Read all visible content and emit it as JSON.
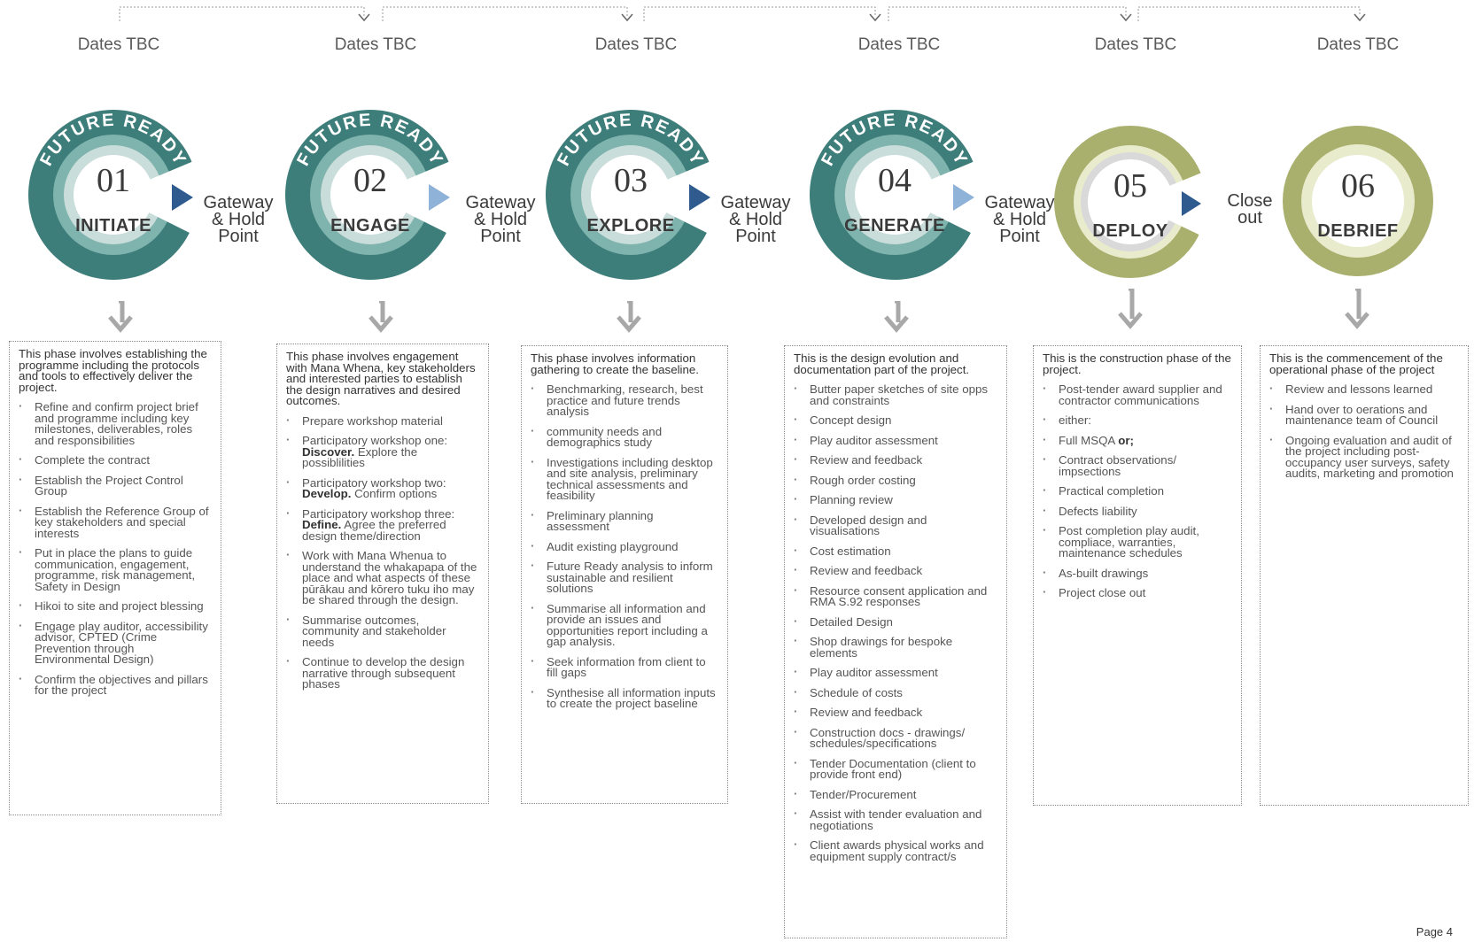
{
  "phases": [
    {
      "date": "Dates TBC",
      "badge": "FUTURE READY",
      "num": "01",
      "name": "INITIATE",
      "gate": [
        "Gateway",
        "& Hold",
        "Point"
      ]
    },
    {
      "date": "Dates TBC",
      "badge": "FUTURE READY",
      "num": "02",
      "name": "ENGAGE",
      "gate": [
        "Gateway",
        "& Hold",
        "Point"
      ]
    },
    {
      "date": "Dates TBC",
      "badge": "FUTURE READY",
      "num": "03",
      "name": "EXPLORE",
      "gate": [
        "Gateway",
        "& Hold",
        "Point"
      ]
    },
    {
      "date": "Dates TBC",
      "badge": "FUTURE READY",
      "num": "04",
      "name": "GENERATE",
      "gate": [
        "Gateway",
        "& Hold",
        "Point"
      ]
    },
    {
      "date": "Dates TBC",
      "num": "05",
      "name": "DEPLOY",
      "gate": [
        "Close",
        "out"
      ]
    },
    {
      "date": "Dates TBC",
      "num": "06",
      "name": "DEBRIEF"
    }
  ],
  "boxes": [
    {
      "intro": "This phase involves establishing the programme including the protocols and tools to effectively deliver the project.",
      "items": [
        "Refine and confirm project brief and programme including key milestones, deliverables, roles and responsibilities",
        "Complete the contract",
        "Establish the Project Control Group",
        "Establish the Reference Group of key stakeholders and special interests",
        "Put in place the plans to guide communication, engagement, programme, risk management, Safety in Design",
        "Hikoi to site and project blessing",
        "Engage play auditor, accessibility advisor, CPTED (Crime Prevention through Environmental Design)",
        "Confirm the objectives and pillars for the project"
      ]
    },
    {
      "intro": "This phase involves engagement with Mana Whena, key stakeholders and interested parties to establish the design narratives and desired outcomes.",
      "items": [
        "Prepare workshop material",
        {
          "pre": "Participatory workshop one: ",
          "bold": "Discover.",
          "post": " Explore the possiblilities"
        },
        {
          "pre": "Participatory workshop two: ",
          "bold": "Develop.",
          "post": " Confirm options"
        },
        {
          "pre": "Participatory workshop three: ",
          "bold": "Define.",
          "post": " Agree the preferred design theme/direction"
        },
        "Work with Mana Whenua to understand the whakapapa of the place and what aspects of these pūrākau and kōrero tuku iho may be shared through the design.",
        "Summarise outcomes, community and stakeholder needs",
        "Continue to develop the design narrative through subsequent phases"
      ]
    },
    {
      "intro": "This phase involves information gathering to create the baseline.",
      "items": [
        "Benchmarking, research, best practice and future trends analysis",
        "community needs and demographics study",
        "Investigations including desktop and site analysis, preliminary technical assessments and feasibility",
        "Preliminary planning assessment",
        "Audit existing playground",
        "Future Ready analysis to inform sustainable and resilient solutions",
        "Summarise all information and provide an issues and opportunities report including a gap analysis.",
        "Seek information from client to fill gaps",
        "Synthesise all information inputs to create the project baseline"
      ]
    },
    {
      "intro": "This  is the design evolution and documentation part of the project.",
      "items": [
        "Butter paper sketches of site opps and constraints",
        "Concept design",
        "Play auditor assessment",
        "Review and feedback",
        "Rough order costing",
        "Planning review",
        "Developed design and visualisations",
        "Cost estimation",
        "Review and feedback",
        "Resource consent application and RMA S.92 responses",
        "Detailed Design",
        "Shop drawings for bespoke elements",
        "Play auditor assessment",
        "Schedule of costs",
        "Review and feedback",
        "Construction docs - drawings/ schedules/specifications",
        "Tender Documentation (client to provide front end)",
        "Tender/Procurement",
        "Assist with tender evaluation and negotiations",
        "Client awards physical works and equipment supply contract/s"
      ]
    },
    {
      "intro": "This is the construction phase of the project.",
      "items": [
        "Post-tender award supplier and contractor communications",
        "either:",
        {
          "pre": "Full MSQA ",
          "bold": "or;",
          "post": ""
        },
        "Contract observations/ impsections",
        "Practical completion",
        "Defects liability",
        "Post completion play audit, compliace, warranties, maintenance schedules",
        "As-built drawings",
        "Project close out"
      ]
    },
    {
      "intro": "This is the commencement of the  operational phase of the project",
      "items": [
        "Review and lessons learned",
        "Hand over to oerations and maintenance team of Council",
        "Ongoing evaluation and audit of the project including post-occupancy user surveys, safety audits, marketing and promotion"
      ]
    }
  ],
  "colors": {
    "teal_dark": "#3d7d7a",
    "teal_mid": "#7fb3ad",
    "teal_light": "#c9ddda",
    "olive_dark": "#a9b06d",
    "olive_light": "#e9ebcd",
    "arrow_blue": "#2f5b8f",
    "arrow_light": "#8fb2d8",
    "grey_arrow": "#a8a8a8"
  },
  "page": "Page  4"
}
